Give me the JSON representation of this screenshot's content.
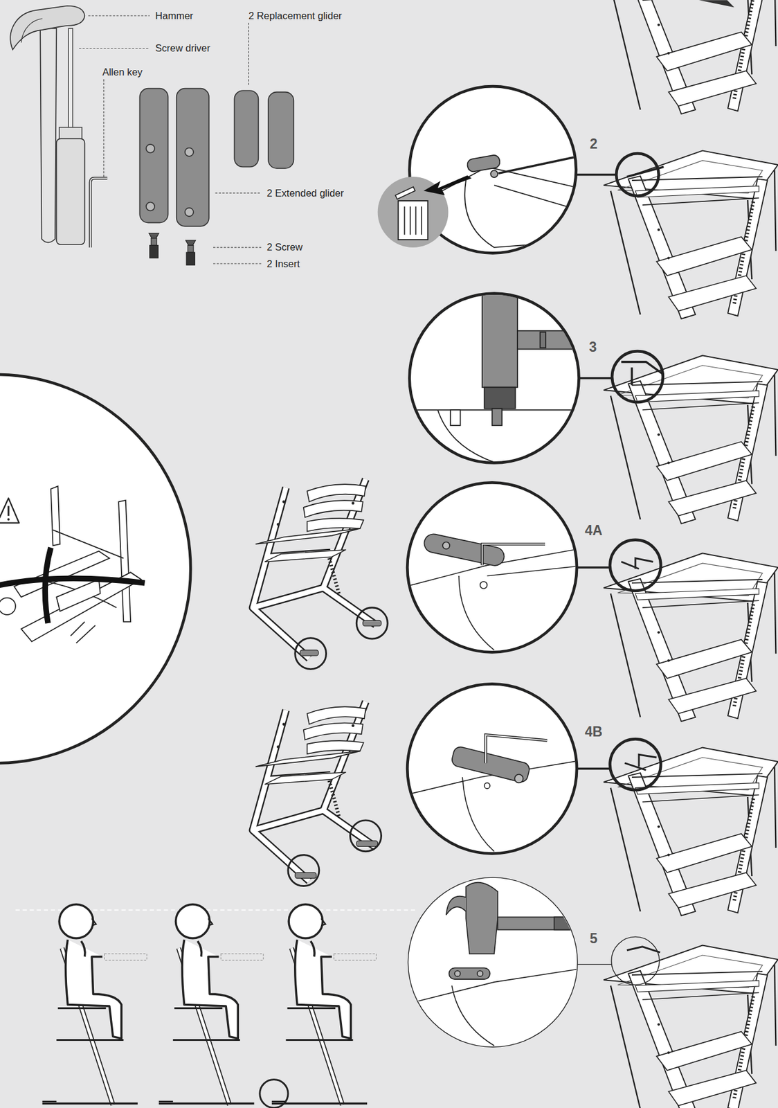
{
  "diagram": {
    "labels": [
      "Hammer",
      "Screw driver",
      "Allen key",
      "2 Replacement glider",
      "2 Extended glider",
      "2 Screw",
      "2 Insert",
      "2",
      "3",
      "4A",
      "4B",
      "5"
    ]
  }
}
